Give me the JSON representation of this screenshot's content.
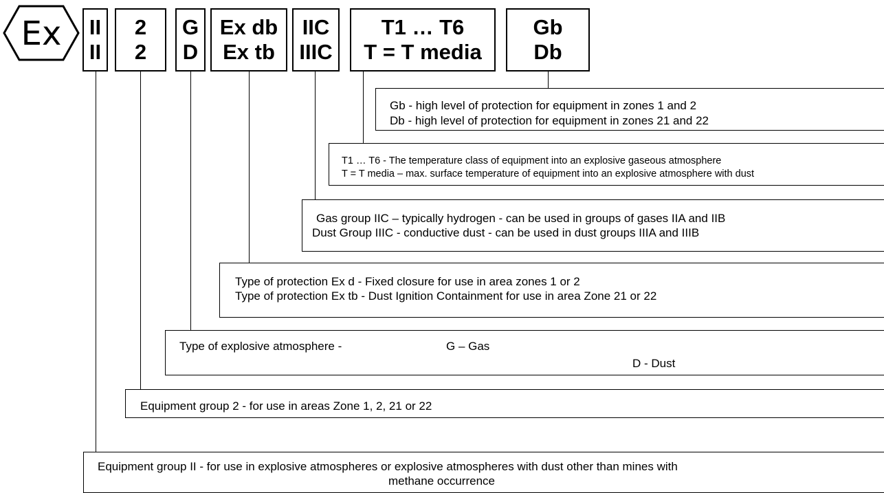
{
  "logo": {
    "text": "Ex"
  },
  "marking": [
    {
      "line1": "II",
      "line2": "II"
    },
    {
      "line1": "2",
      "line2": "2"
    },
    {
      "line1": "G",
      "line2": "D"
    },
    {
      "line1": "Ex db",
      "line2": "Ex tb"
    },
    {
      "line1": "IIC",
      "line2": "IIIC"
    },
    {
      "line1": "T1 … T6",
      "line2": "T = T media"
    },
    {
      "line1": "Gb",
      "line2": "Db"
    }
  ],
  "descriptions": {
    "epl": {
      "line1": "Gb - high level of protection for equipment in zones 1 and 2",
      "line2": "Db - high level of protection for equipment in zones 21 and 22"
    },
    "temperature": {
      "line1": "T1 … T6 - The temperature class of equipment into an explosive gaseous atmosphere",
      "line2": "T = T media – max. surface temperature of equipment into an explosive atmosphere with dust"
    },
    "group": {
      "line1": "Gas group IIC – typically hydrogen - can be used in groups of gases IIA and IIB",
      "line2": "Dust Group IIIC - conductive dust - can be used in dust groups IIIA and IIIB"
    },
    "protection": {
      "line1": "Type of protection Ex d - Fixed closure for use in area zones 1 or 2",
      "line2": "Type of protection Ex tb - Dust Ignition Containment for use in area Zone 21 or 22"
    },
    "atmosphere": {
      "line1": "Type of explosive atmosphere -",
      "gas": "G – Gas",
      "dust": "D - Dust"
    },
    "category": {
      "line1": "Equipment group 2 - for use in areas Zone 1, 2, 21 or 22"
    },
    "equipment_group": {
      "line1": "Equipment group II - for use in explosive atmospheres or explosive atmospheres with dust other than mines with",
      "line2": "methane occurrence"
    }
  }
}
